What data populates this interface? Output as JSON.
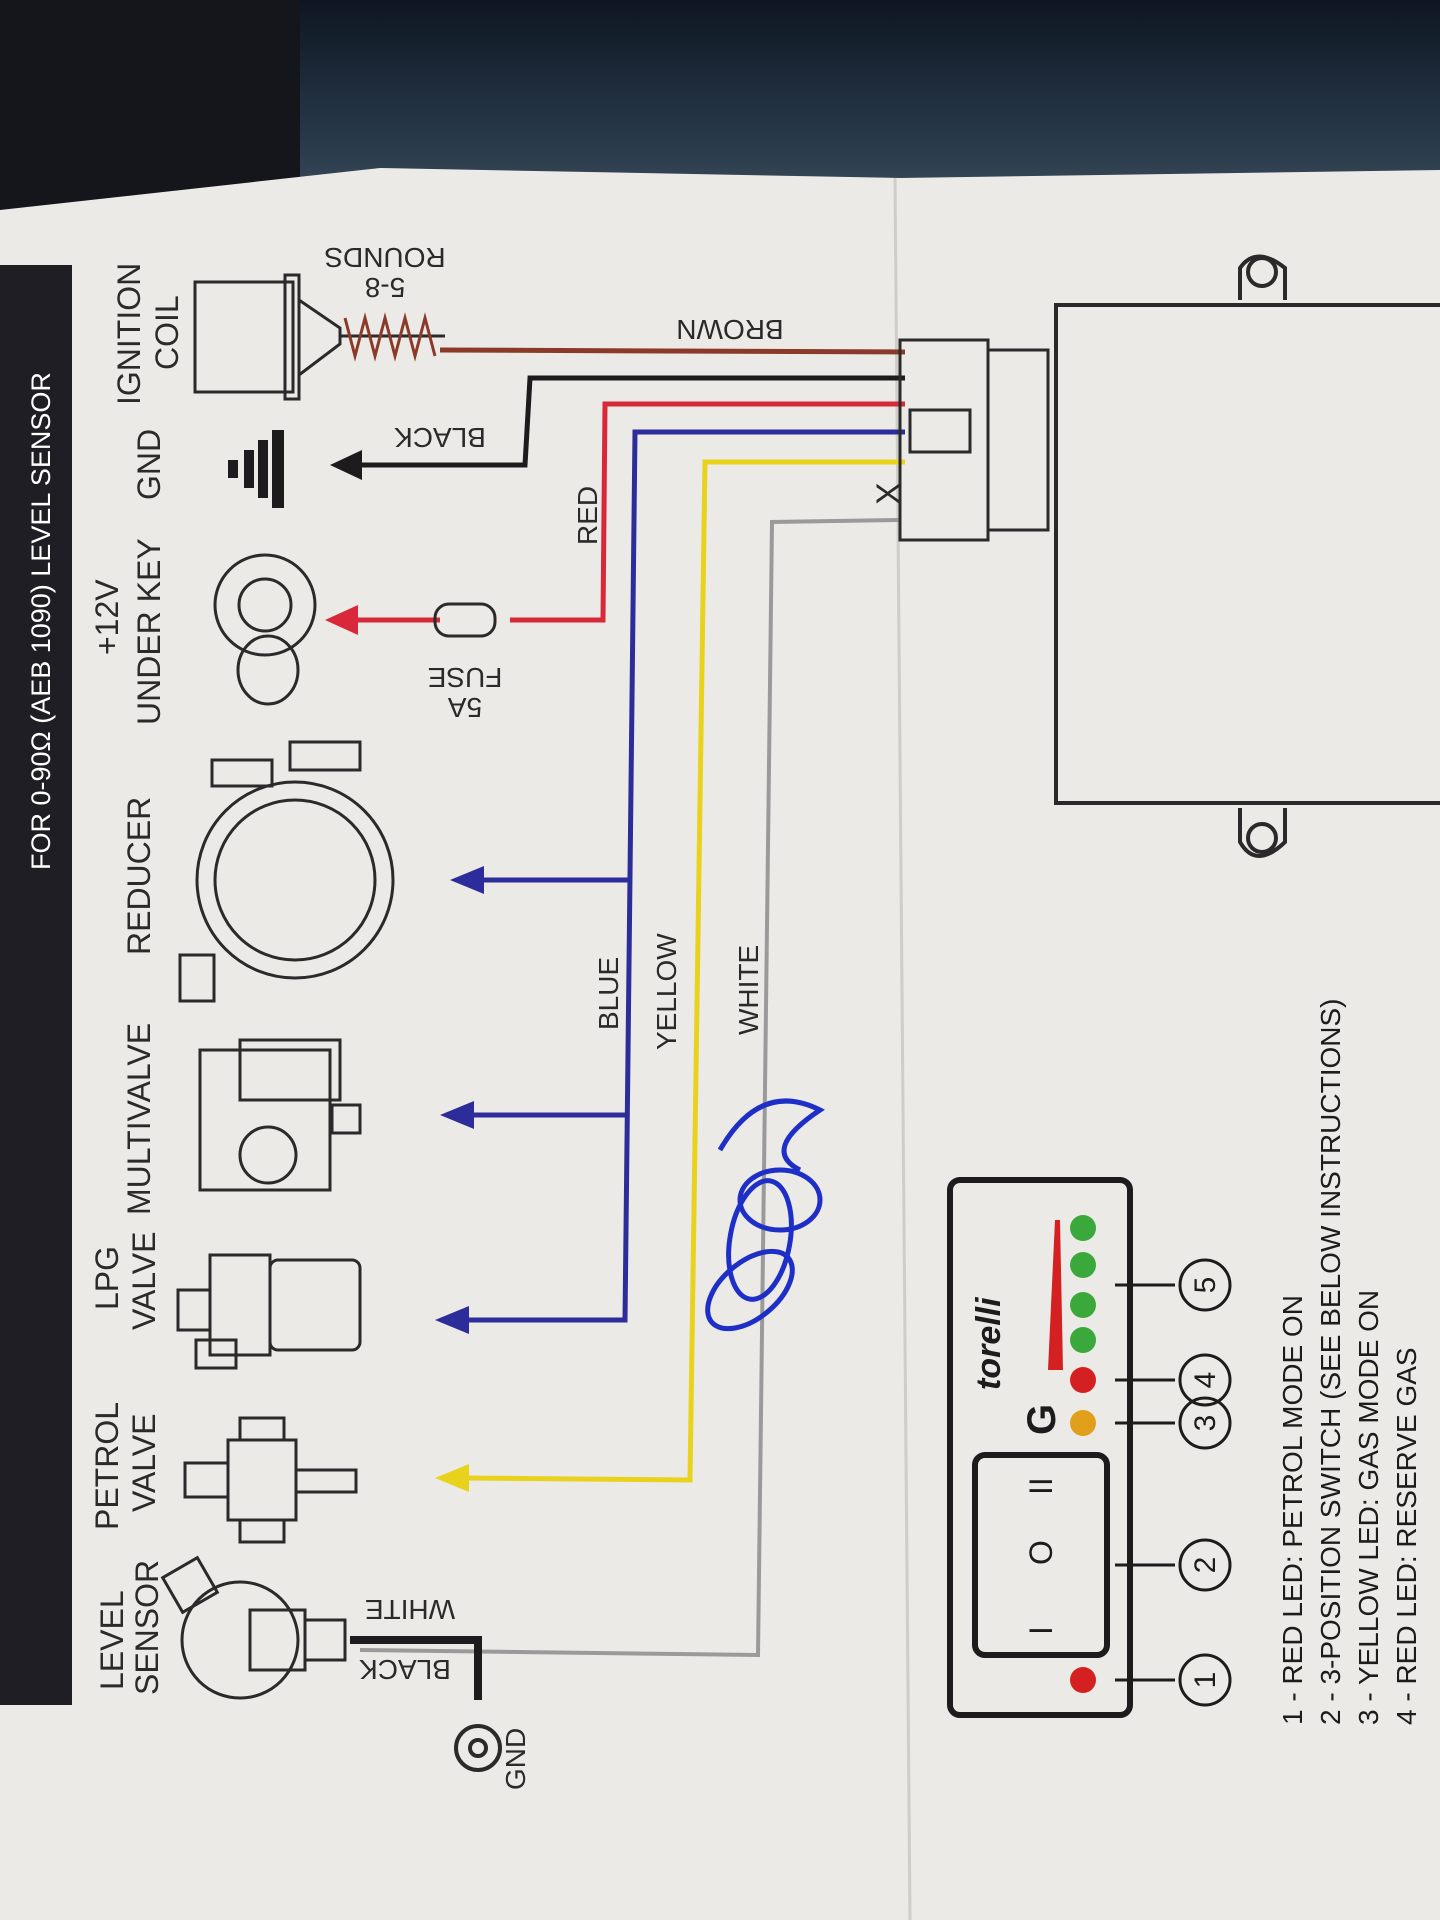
{
  "header": {
    "title": "FOR 0-90Ω (AEB 1090) LEVEL SENSOR"
  },
  "components": {
    "level_sensor": [
      "LEVEL",
      "SENSOR"
    ],
    "petrol_valve": [
      "PETROL",
      "VALVE"
    ],
    "lpg_valve": [
      "LPG",
      "VALVE"
    ],
    "multivalve": "MULTIVALVE",
    "reducer": "REDUCER",
    "plus12v": [
      "+12V",
      "UNDER KEY"
    ],
    "gnd_top": "GND",
    "ignition_coil": [
      "IGNITION",
      "COIL"
    ],
    "rounds": [
      "5-8",
      "ROUNDS"
    ],
    "fuse": [
      "5A",
      "FUSE"
    ],
    "gnd_sensor": "GND"
  },
  "wires": {
    "brown": "BROWN",
    "black": "BLACK",
    "red": "RED",
    "blue": "BLUE",
    "yellow": "YELLOW",
    "white": "WHITE",
    "sensor_white": "WHITE",
    "sensor_black": "BLACK",
    "connector_mark": "X"
  },
  "switch_panel": {
    "brand": "torelli",
    "g_label": "G",
    "positions": [
      "I",
      "O",
      "II"
    ],
    "callouts": [
      "1",
      "2",
      "3",
      "4",
      "5"
    ]
  },
  "legend": [
    "1 - RED LED: PETROL MODE ON",
    "2 - 3-POSITION SWITCH (SEE BELOW INSTRUCTIONS)",
    "3 - YELLOW LED: GAS MODE ON",
    "4 - RED LED: RESERVE GAS"
  ],
  "colors": {
    "brown": "#8b3a2a",
    "black": "#1c1c1c",
    "red": "#d8283a",
    "blue": "#2c2c9a",
    "yellow": "#e8d21c",
    "white_wire": "#9a9a9a",
    "paper": "#eceae6",
    "ink": "#2a2a2a",
    "led_green": "#3aa83a",
    "led_red": "#d42020",
    "led_yellow": "#e0a01c",
    "handwriting": "#1e2fc8"
  }
}
